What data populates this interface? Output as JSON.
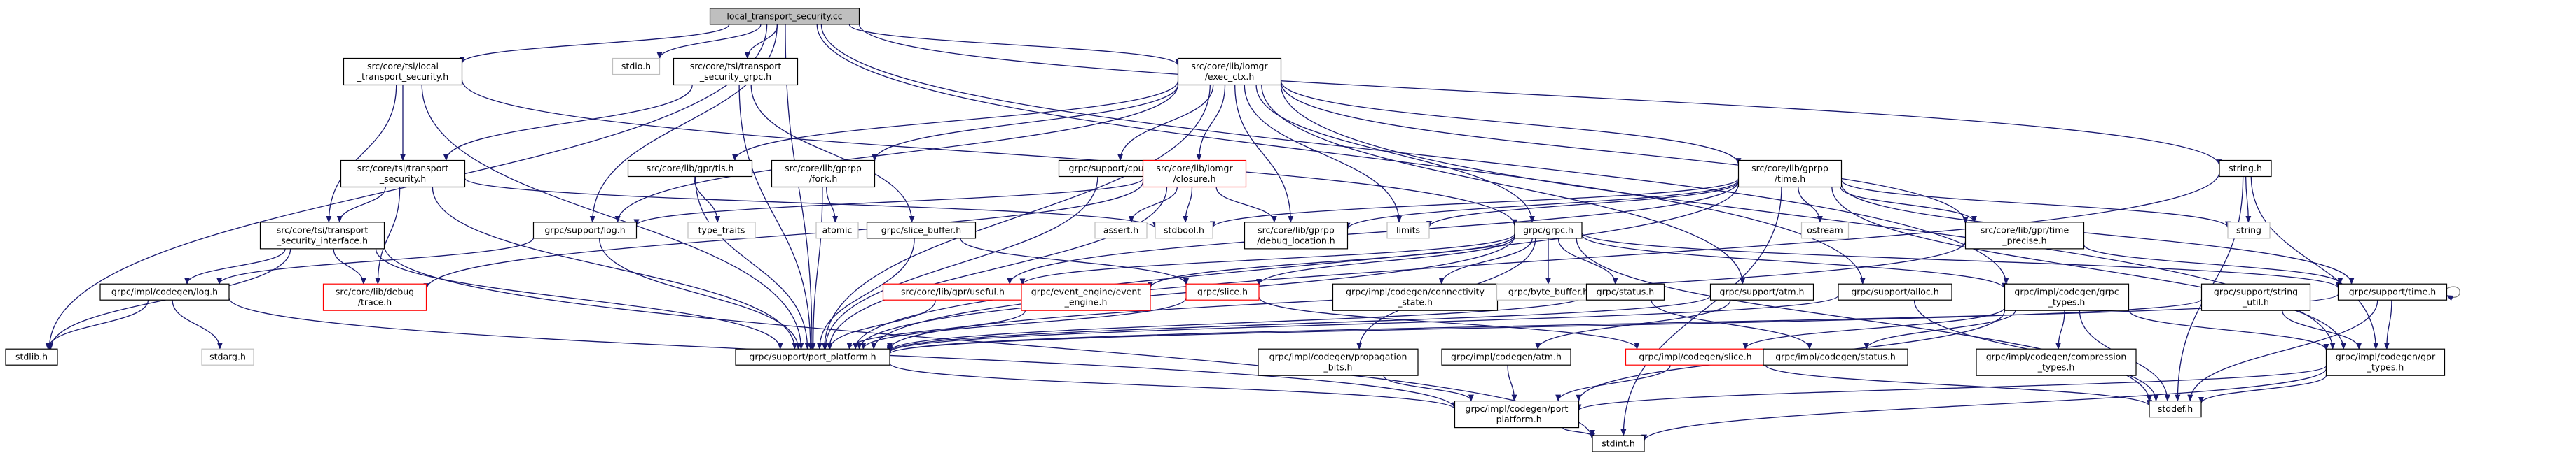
{
  "colors": {
    "root_fill": "#bfbfbf",
    "normal_fill": "#ffffff",
    "normal_border": "#000000",
    "missing_border": "#bfbfbf",
    "missing_text": "#7f7f7f",
    "truncated_border": "#ff0000",
    "edge_primary": "#191970",
    "edge_cycle": "#808080"
  },
  "nodes": [
    {
      "id": "root",
      "lines": [
        "local_transport_security.cc"
      ],
      "kind": "root"
    },
    {
      "id": "ts_local",
      "lines": [
        "src/core/tsi/local",
        "_transport_security.h"
      ],
      "kind": "normal"
    },
    {
      "id": "stdio",
      "lines": [
        "stdio.h"
      ],
      "kind": "missing"
    },
    {
      "id": "ts_grpc",
      "lines": [
        "src/core/tsi/transport",
        "_security_grpc.h"
      ],
      "kind": "normal"
    },
    {
      "id": "exec_ctx",
      "lines": [
        "src/core/lib/iomgr",
        "/exec_ctx.h"
      ],
      "kind": "normal"
    },
    {
      "id": "string_h",
      "lines": [
        "string.h"
      ],
      "kind": "normal"
    },
    {
      "id": "ts_h",
      "lines": [
        "src/core/tsi/transport",
        "_security.h"
      ],
      "kind": "normal"
    },
    {
      "id": "gpr_tls",
      "lines": [
        "src/core/lib/gpr/tls.h"
      ],
      "kind": "normal"
    },
    {
      "id": "gprpp_fork",
      "lines": [
        "src/core/lib/gprpp",
        "/fork.h"
      ],
      "kind": "normal"
    },
    {
      "id": "support_cpu",
      "lines": [
        "grpc/support/cpu.h"
      ],
      "kind": "normal"
    },
    {
      "id": "closure",
      "lines": [
        "src/core/lib/iomgr",
        "/closure.h"
      ],
      "kind": "truncated"
    },
    {
      "id": "gprpp_time",
      "lines": [
        "src/core/lib/gprpp",
        "/time.h"
      ],
      "kind": "normal"
    },
    {
      "id": "ts_iface",
      "lines": [
        "src/core/tsi/transport",
        "_security_interface.h"
      ],
      "kind": "normal"
    },
    {
      "id": "support_log",
      "lines": [
        "grpc/support/log.h"
      ],
      "kind": "normal"
    },
    {
      "id": "type_traits",
      "lines": [
        "type_traits"
      ],
      "kind": "missing"
    },
    {
      "id": "atomic",
      "lines": [
        "atomic"
      ],
      "kind": "missing"
    },
    {
      "id": "slice_buffer",
      "lines": [
        "grpc/slice_buffer.h"
      ],
      "kind": "normal"
    },
    {
      "id": "assert_h",
      "lines": [
        "assert.h"
      ],
      "kind": "missing"
    },
    {
      "id": "stdbool",
      "lines": [
        "stdbool.h"
      ],
      "kind": "missing"
    },
    {
      "id": "debug_location",
      "lines": [
        "src/core/lib/gprpp",
        "/debug_location.h"
      ],
      "kind": "normal"
    },
    {
      "id": "limits",
      "lines": [
        "limits"
      ],
      "kind": "missing"
    },
    {
      "id": "ostream",
      "lines": [
        "ostream"
      ],
      "kind": "missing"
    },
    {
      "id": "gpr_time_precise",
      "lines": [
        "src/core/lib/gpr/time",
        "_precise.h"
      ],
      "kind": "normal"
    },
    {
      "id": "string_std",
      "lines": [
        "string"
      ],
      "kind": "missing"
    },
    {
      "id": "grpc_h",
      "lines": [
        "grpc/grpc.h"
      ],
      "kind": "normal"
    },
    {
      "id": "debug_trace",
      "lines": [
        "src/core/lib/debug",
        "/trace.h"
      ],
      "kind": "truncated"
    },
    {
      "id": "codegen_log",
      "lines": [
        "grpc/impl/codegen/log.h"
      ],
      "kind": "normal"
    },
    {
      "id": "gpr_useful",
      "lines": [
        "src/core/lib/gpr/useful.h"
      ],
      "kind": "truncated"
    },
    {
      "id": "event_engine",
      "lines": [
        "grpc/event_engine/event",
        "_engine.h"
      ],
      "kind": "truncated"
    },
    {
      "id": "slice_h",
      "lines": [
        "grpc/slice.h"
      ],
      "kind": "truncated"
    },
    {
      "id": "connectivity_state",
      "lines": [
        "grpc/impl/codegen/connectivity",
        "_state.h"
      ],
      "kind": "normal"
    },
    {
      "id": "byte_buffer",
      "lines": [
        "grpc/byte_buffer.h"
      ],
      "kind": "missing"
    },
    {
      "id": "status_h",
      "lines": [
        "grpc/status.h"
      ],
      "kind": "normal"
    },
    {
      "id": "support_atm",
      "lines": [
        "grpc/support/atm.h"
      ],
      "kind": "normal"
    },
    {
      "id": "support_alloc",
      "lines": [
        "grpc/support/alloc.h"
      ],
      "kind": "normal"
    },
    {
      "id": "codegen_grpc_types",
      "lines": [
        "grpc/impl/codegen/grpc",
        "_types.h"
      ],
      "kind": "normal"
    },
    {
      "id": "support_string_util",
      "lines": [
        "grpc/support/string",
        "_util.h"
      ],
      "kind": "normal"
    },
    {
      "id": "support_time",
      "lines": [
        "grpc/support/time.h"
      ],
      "kind": "normal"
    },
    {
      "id": "stdlib",
      "lines": [
        "stdlib.h"
      ],
      "kind": "normal"
    },
    {
      "id": "stdarg",
      "lines": [
        "stdarg.h"
      ],
      "kind": "missing"
    },
    {
      "id": "port_platform",
      "lines": [
        "grpc/support/port_platform.h"
      ],
      "kind": "normal"
    },
    {
      "id": "propagation_bits",
      "lines": [
        "grpc/impl/codegen/propagation",
        "_bits.h"
      ],
      "kind": "normal"
    },
    {
      "id": "codegen_atm",
      "lines": [
        "grpc/impl/codegen/atm.h"
      ],
      "kind": "normal"
    },
    {
      "id": "codegen_slice",
      "lines": [
        "grpc/impl/codegen/slice.h"
      ],
      "kind": "truncated"
    },
    {
      "id": "codegen_status",
      "lines": [
        "grpc/impl/codegen/status.h"
      ],
      "kind": "normal"
    },
    {
      "id": "compression_types",
      "lines": [
        "grpc/impl/codegen/compression",
        "_types.h"
      ],
      "kind": "normal"
    },
    {
      "id": "codegen_gpr_types",
      "lines": [
        "grpc/impl/codegen/gpr",
        "_types.h"
      ],
      "kind": "normal"
    },
    {
      "id": "codegen_port_platform",
      "lines": [
        "grpc/impl/codegen/port",
        "_platform.h"
      ],
      "kind": "normal"
    },
    {
      "id": "stddef",
      "lines": [
        "stddef.h"
      ],
      "kind": "normal"
    },
    {
      "id": "stdint",
      "lines": [
        "stdint.h"
      ],
      "kind": "normal"
    }
  ],
  "edges": [
    [
      "root",
      "ts_local"
    ],
    [
      "root",
      "stdio"
    ],
    [
      "root",
      "ts_grpc"
    ],
    [
      "root",
      "exec_ctx"
    ],
    [
      "root",
      "string_h"
    ],
    [
      "root",
      "stdlib"
    ],
    [
      "root",
      "support_log"
    ],
    [
      "root",
      "port_platform"
    ],
    [
      "root",
      "support_alloc"
    ],
    [
      "root",
      "codegen_grpc_types"
    ],
    [
      "ts_local",
      "ts_h"
    ],
    [
      "ts_local",
      "ts_iface"
    ],
    [
      "ts_local",
      "port_platform"
    ],
    [
      "ts_local",
      "grpc_h"
    ],
    [
      "ts_grpc",
      "ts_h"
    ],
    [
      "ts_grpc",
      "port_platform"
    ],
    [
      "ts_grpc",
      "slice_buffer"
    ],
    [
      "ts_h",
      "ts_iface"
    ],
    [
      "ts_h",
      "debug_trace"
    ],
    [
      "ts_h",
      "port_platform"
    ],
    [
      "ts_h",
      "stdbool"
    ],
    [
      "ts_iface",
      "stdlib"
    ],
    [
      "ts_iface",
      "debug_trace"
    ],
    [
      "ts_iface",
      "port_platform"
    ],
    [
      "ts_iface",
      "codegen_log"
    ],
    [
      "ts_iface",
      "stdint"
    ],
    [
      "exec_ctx",
      "gpr_tls"
    ],
    [
      "exec_ctx",
      "gprpp_fork"
    ],
    [
      "exec_ctx",
      "support_cpu"
    ],
    [
      "exec_ctx",
      "closure"
    ],
    [
      "exec_ctx",
      "gprpp_time"
    ],
    [
      "exec_ctx",
      "debug_location"
    ],
    [
      "exec_ctx",
      "limits"
    ],
    [
      "exec_ctx",
      "port_platform"
    ],
    [
      "exec_ctx",
      "gpr_time_precise"
    ],
    [
      "exec_ctx",
      "support_atm"
    ],
    [
      "exec_ctx",
      "codegen_gpr_types"
    ],
    [
      "exec_ctx",
      "support_log"
    ],
    [
      "exec_ctx",
      "grpc_h"
    ],
    [
      "gpr_tls",
      "type_traits"
    ],
    [
      "gpr_tls",
      "port_platform"
    ],
    [
      "gprpp_fork",
      "atomic"
    ],
    [
      "gprpp_fork",
      "port_platform"
    ],
    [
      "support_cpu",
      "port_platform"
    ],
    [
      "closure",
      "assert_h"
    ],
    [
      "closure",
      "stdbool"
    ],
    [
      "closure",
      "debug_location"
    ],
    [
      "closure",
      "port_platform"
    ],
    [
      "closure",
      "support_log"
    ],
    [
      "closure",
      "debug_trace"
    ],
    [
      "gprpp_time",
      "limits"
    ],
    [
      "gprpp_time",
      "ostream"
    ],
    [
      "gprpp_time",
      "string_std"
    ],
    [
      "gprpp_time",
      "gpr_time_precise"
    ],
    [
      "gprpp_time",
      "support_time"
    ],
    [
      "gprpp_time",
      "port_platform"
    ],
    [
      "gprpp_time",
      "stdint"
    ],
    [
      "gprpp_time",
      "gpr_useful"
    ],
    [
      "gprpp_time",
      "stdbool"
    ],
    [
      "gprpp_time",
      "codegen_gpr_types"
    ],
    [
      "gprpp_time",
      "debug_location"
    ],
    [
      "string_h",
      "string_std"
    ],
    [
      "string_h",
      "stddef"
    ],
    [
      "string_h",
      "codegen_gpr_types"
    ],
    [
      "string_h",
      "port_platform"
    ],
    [
      "support_log",
      "codegen_log"
    ],
    [
      "support_log",
      "port_platform"
    ],
    [
      "codegen_log",
      "stdlib"
    ],
    [
      "codegen_log",
      "stdarg"
    ],
    [
      "codegen_log",
      "codegen_port_platform"
    ],
    [
      "slice_buffer",
      "slice_h"
    ],
    [
      "slice_buffer",
      "port_platform"
    ],
    [
      "gpr_time_precise",
      "support_time"
    ],
    [
      "gpr_time_precise",
      "port_platform"
    ],
    [
      "grpc_h",
      "gpr_useful"
    ],
    [
      "grpc_h",
      "event_engine"
    ],
    [
      "grpc_h",
      "slice_h"
    ],
    [
      "grpc_h",
      "connectivity_state"
    ],
    [
      "grpc_h",
      "byte_buffer"
    ],
    [
      "grpc_h",
      "status_h"
    ],
    [
      "grpc_h",
      "propagation_bits"
    ],
    [
      "grpc_h",
      "codegen_grpc_types"
    ],
    [
      "grpc_h",
      "port_platform"
    ],
    [
      "grpc_h",
      "stddef"
    ],
    [
      "grpc_h",
      "support_time"
    ],
    [
      "gpr_useful",
      "port_platform"
    ],
    [
      "event_engine",
      "port_platform"
    ],
    [
      "slice_h",
      "port_platform"
    ],
    [
      "slice_h",
      "codegen_slice"
    ],
    [
      "status_h",
      "codegen_status"
    ],
    [
      "status_h",
      "port_platform"
    ],
    [
      "support_atm",
      "codegen_atm"
    ],
    [
      "support_atm",
      "port_platform"
    ],
    [
      "support_alloc",
      "port_platform"
    ],
    [
      "support_alloc",
      "stddef"
    ],
    [
      "codegen_grpc_types",
      "compression_types"
    ],
    [
      "codegen_grpc_types",
      "codegen_gpr_types"
    ],
    [
      "codegen_grpc_types",
      "codegen_slice"
    ],
    [
      "codegen_grpc_types",
      "codegen_status"
    ],
    [
      "codegen_grpc_types",
      "stddef"
    ],
    [
      "codegen_grpc_types",
      "codegen_port_platform"
    ],
    [
      "support_string_util",
      "codegen_gpr_types"
    ],
    [
      "support_string_util",
      "port_platform"
    ],
    [
      "support_time",
      "support_time"
    ],
    [
      "support_time",
      "codegen_gpr_types"
    ],
    [
      "support_time",
      "stddef"
    ],
    [
      "support_time",
      "port_platform"
    ],
    [
      "port_platform",
      "codegen_port_platform"
    ],
    [
      "propagation_bits",
      "codegen_port_platform"
    ],
    [
      "codegen_atm",
      "codegen_port_platform"
    ],
    [
      "codegen_slice",
      "codegen_port_platform"
    ],
    [
      "codegen_slice",
      "stddef"
    ],
    [
      "codegen_gpr_types",
      "codegen_port_platform"
    ],
    [
      "codegen_gpr_types",
      "stddef"
    ],
    [
      "codegen_gpr_types",
      "stdint"
    ],
    [
      "codegen_port_platform",
      "stdint"
    ]
  ]
}
